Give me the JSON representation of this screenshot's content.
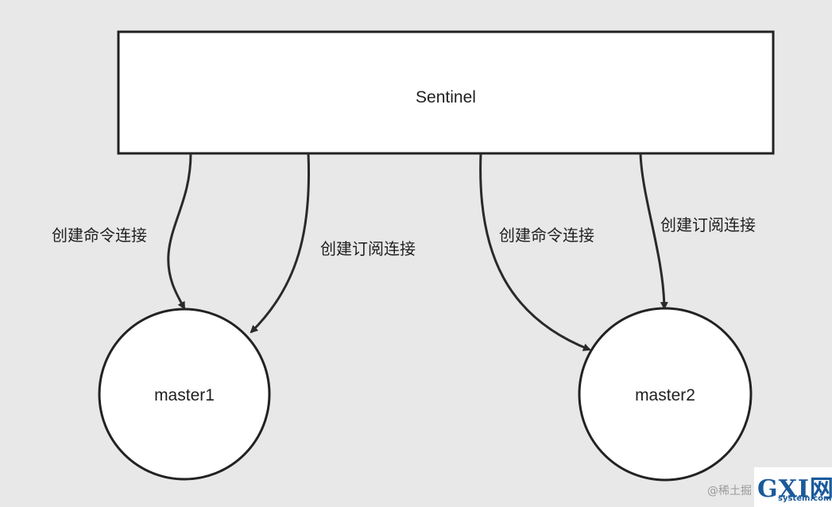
{
  "sentinel": {
    "label": "Sentinel"
  },
  "masters": [
    {
      "label": "master1"
    },
    {
      "label": "master2"
    }
  ],
  "edges": [
    {
      "label": "创建命令连接"
    },
    {
      "label": "创建订阅连接"
    },
    {
      "label": "创建命令连接"
    },
    {
      "label": "创建订阅连接"
    }
  ],
  "watermark": {
    "text": "@稀土掘"
  },
  "logo": {
    "main": "GXI网",
    "sub": "system.com"
  }
}
